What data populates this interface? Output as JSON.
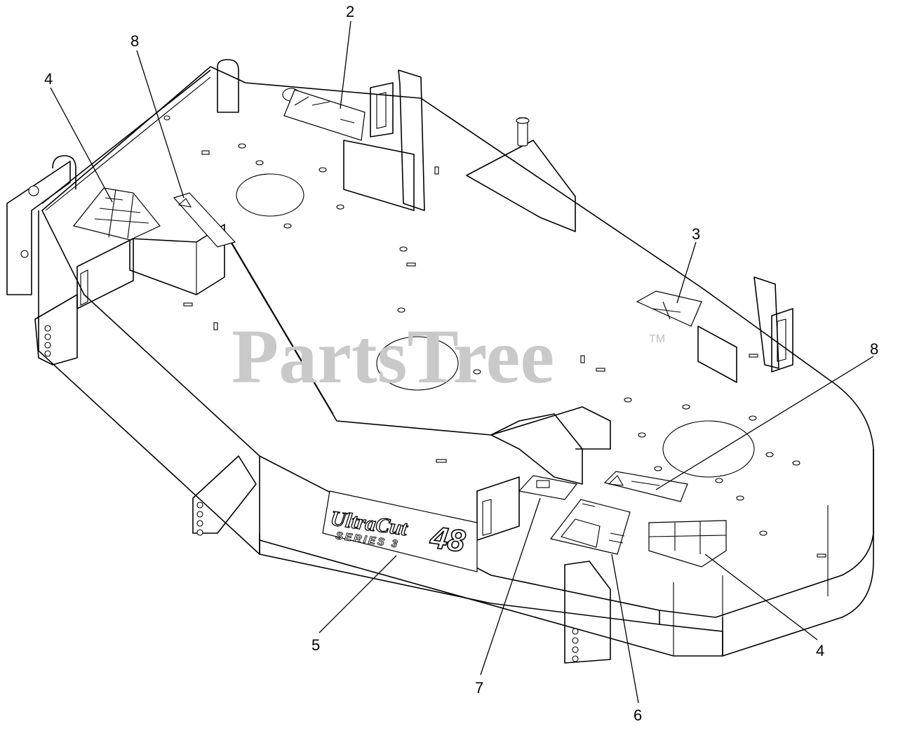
{
  "watermark": {
    "text": "PartsTree",
    "trademark": "TM"
  },
  "deck_logo": {
    "line1": "UltraCut",
    "line2": "SERIES 3",
    "size": "48"
  },
  "callouts": [
    {
      "id": "callout-2-top",
      "label": "2"
    },
    {
      "id": "callout-8-left",
      "label": "8"
    },
    {
      "id": "callout-4-left",
      "label": "4"
    },
    {
      "id": "callout-3",
      "label": "3"
    },
    {
      "id": "callout-8-right",
      "label": "8"
    },
    {
      "id": "callout-5",
      "label": "5"
    },
    {
      "id": "callout-7",
      "label": "7"
    },
    {
      "id": "callout-6",
      "label": "6"
    },
    {
      "id": "callout-4-right",
      "label": "4"
    }
  ]
}
